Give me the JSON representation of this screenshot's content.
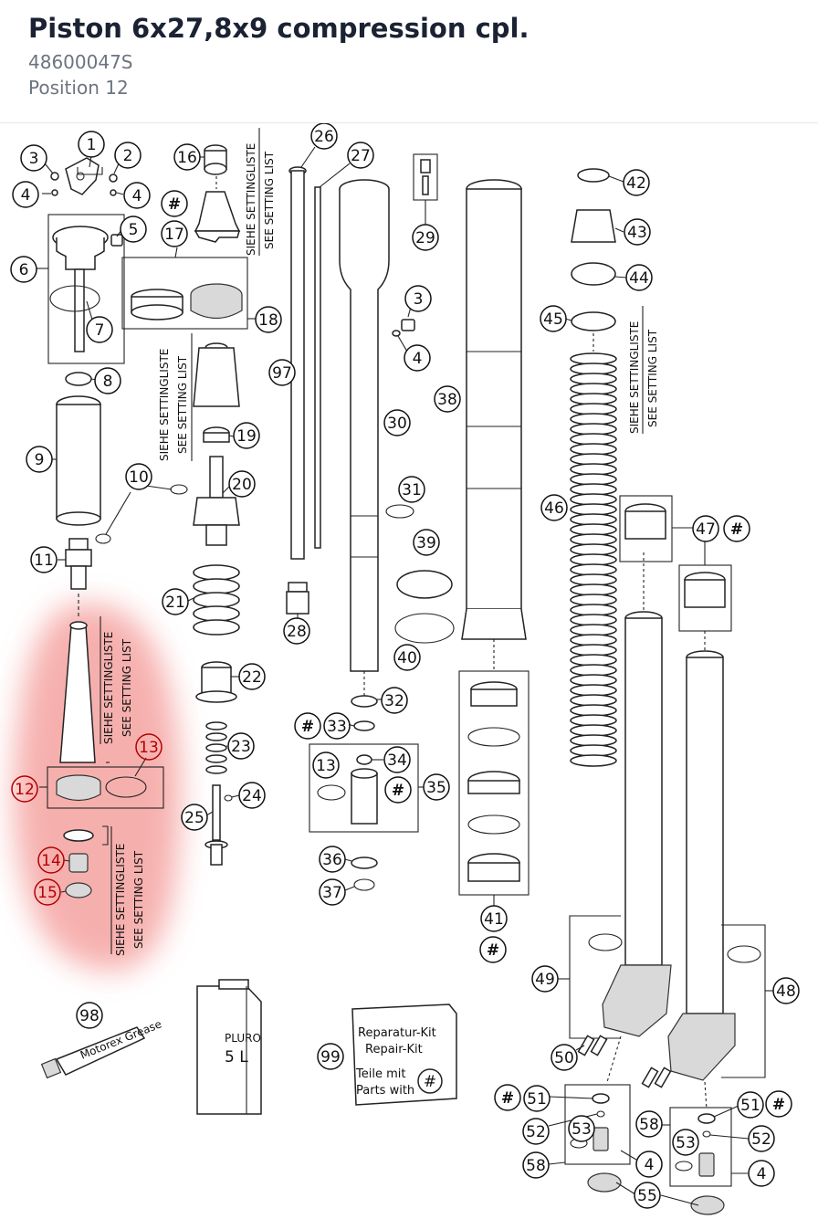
{
  "header": {
    "title": "Piston 6x27,8x9 compression cpl.",
    "part_number": "48600047S",
    "position": "Position 12"
  },
  "diagram": {
    "highlight_color": "#f4a3a0",
    "setting_list_de": "SIEHE SETTINGLISTE",
    "setting_list_en": "SEE SETTING LIST",
    "repair_kit": {
      "line1": "Reparatur-Kit",
      "line2": "Repair-Kit",
      "line3": "Teile mit",
      "line4": "Parts with",
      "mark": "#"
    },
    "tube_lettering_1": "PLURO",
    "tube_lettering_2": "5 L",
    "grease_lettering": "Motorex Grease",
    "callouts": [
      {
        "label": "1",
        "highlight": false
      },
      {
        "label": "2",
        "highlight": false
      },
      {
        "label": "3",
        "highlight": false
      },
      {
        "label": "4",
        "highlight": false
      },
      {
        "label": "4",
        "highlight": false
      },
      {
        "label": "5",
        "highlight": false
      },
      {
        "label": "6",
        "highlight": false
      },
      {
        "label": "7",
        "highlight": false
      },
      {
        "label": "8",
        "highlight": false
      },
      {
        "label": "9",
        "highlight": false
      },
      {
        "label": "10",
        "highlight": false
      },
      {
        "label": "11",
        "highlight": false
      },
      {
        "label": "12",
        "highlight": true
      },
      {
        "label": "13",
        "highlight": true
      },
      {
        "label": "14",
        "highlight": true
      },
      {
        "label": "15",
        "highlight": true
      },
      {
        "label": "16",
        "highlight": false
      },
      {
        "label": "#",
        "highlight": false
      },
      {
        "label": "17",
        "highlight": false
      },
      {
        "label": "18",
        "highlight": false
      },
      {
        "label": "19",
        "highlight": false
      },
      {
        "label": "20",
        "highlight": false
      },
      {
        "label": "21",
        "highlight": false
      },
      {
        "label": "22",
        "highlight": false
      },
      {
        "label": "23",
        "highlight": false
      },
      {
        "label": "24",
        "highlight": false
      },
      {
        "label": "25",
        "highlight": false
      },
      {
        "label": "26",
        "highlight": false
      },
      {
        "label": "27",
        "highlight": false
      },
      {
        "label": "28",
        "highlight": false
      },
      {
        "label": "29",
        "highlight": false
      },
      {
        "label": "3",
        "highlight": false
      },
      {
        "label": "4",
        "highlight": false
      },
      {
        "label": "30",
        "highlight": false
      },
      {
        "label": "31",
        "highlight": false
      },
      {
        "label": "32",
        "highlight": false
      },
      {
        "label": "#",
        "highlight": false
      },
      {
        "label": "33",
        "highlight": false
      },
      {
        "label": "13",
        "highlight": false
      },
      {
        "label": "34",
        "highlight": false
      },
      {
        "label": "#",
        "highlight": false
      },
      {
        "label": "35",
        "highlight": false
      },
      {
        "label": "36",
        "highlight": false
      },
      {
        "label": "37",
        "highlight": false
      },
      {
        "label": "38",
        "highlight": false
      },
      {
        "label": "39",
        "highlight": false
      },
      {
        "label": "40",
        "highlight": false
      },
      {
        "label": "41",
        "highlight": false
      },
      {
        "label": "#",
        "highlight": false
      },
      {
        "label": "42",
        "highlight": false
      },
      {
        "label": "43",
        "highlight": false
      },
      {
        "label": "44",
        "highlight": false
      },
      {
        "label": "45",
        "highlight": false
      },
      {
        "label": "46",
        "highlight": false
      },
      {
        "label": "47",
        "highlight": false
      },
      {
        "label": "#",
        "highlight": false
      },
      {
        "label": "48",
        "highlight": false
      },
      {
        "label": "49",
        "highlight": false
      },
      {
        "label": "50",
        "highlight": false
      },
      {
        "label": "#",
        "highlight": false
      },
      {
        "label": "51",
        "highlight": false
      },
      {
        "label": "52",
        "highlight": false
      },
      {
        "label": "53",
        "highlight": false
      },
      {
        "label": "58",
        "highlight": false
      },
      {
        "label": "4",
        "highlight": false
      },
      {
        "label": "55",
        "highlight": false
      },
      {
        "label": "58",
        "highlight": false
      },
      {
        "label": "53",
        "highlight": false
      },
      {
        "label": "51",
        "highlight": false
      },
      {
        "label": "#",
        "highlight": false
      },
      {
        "label": "52",
        "highlight": false
      },
      {
        "label": "4",
        "highlight": false
      },
      {
        "label": "97",
        "highlight": false
      },
      {
        "label": "98",
        "highlight": false
      },
      {
        "label": "99",
        "highlight": false
      }
    ]
  }
}
